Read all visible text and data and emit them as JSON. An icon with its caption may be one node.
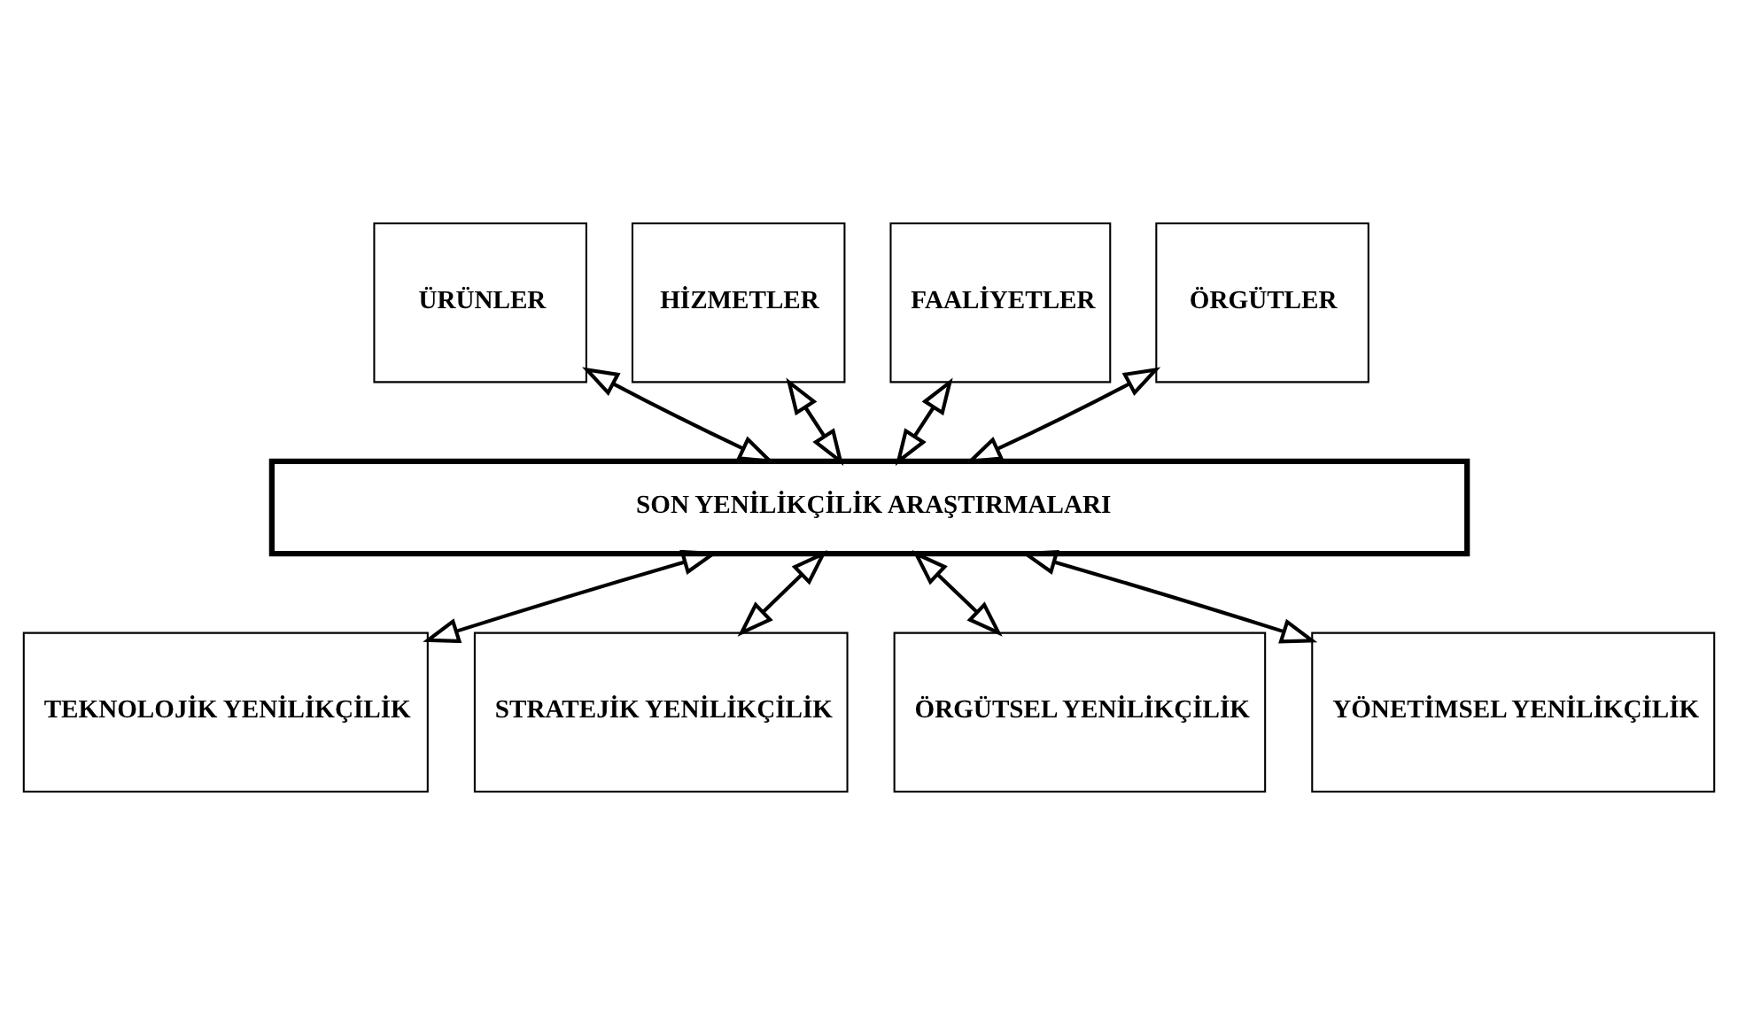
{
  "diagram": {
    "nodes": [
      {
        "text": [
          "ÜRÜNLER"
        ]
      },
      {
        "text": [
          "HİZMETLER"
        ]
      },
      {
        "text": [
          "FAALİYETLER"
        ]
      },
      {
        "text": [
          "ÖRGÜTLER"
        ]
      },
      {
        "text": [
          "SON YENİLİKÇİLİK ARAŞTIRMALARI"
        ]
      },
      {
        "text": [
          "TEKNOLOJİK YENİLİKÇİLİK"
        ]
      },
      {
        "text": [
          "STRATEJİK YENİLİKÇİLİK"
        ]
      },
      {
        "text": [
          "ÖRGÜTSEL YENİLİKÇİLİK"
        ]
      },
      {
        "text": [
          "YÖNETİMSEL YENİLİKÇİLİK"
        ]
      }
    ],
    "edges": [
      {
        "from": 0,
        "to": 4,
        "arrow": "both"
      },
      {
        "from": 1,
        "to": 4,
        "arrow": "both"
      },
      {
        "from": 2,
        "to": 4,
        "arrow": "both"
      },
      {
        "from": 3,
        "to": 4,
        "arrow": "both"
      },
      {
        "from": 4,
        "to": 5,
        "arrow": "both"
      },
      {
        "from": 4,
        "to": 6,
        "arrow": "both"
      },
      {
        "from": 4,
        "to": 7,
        "arrow": "both"
      },
      {
        "from": 4,
        "to": 8,
        "arrow": "both"
      }
    ]
  }
}
